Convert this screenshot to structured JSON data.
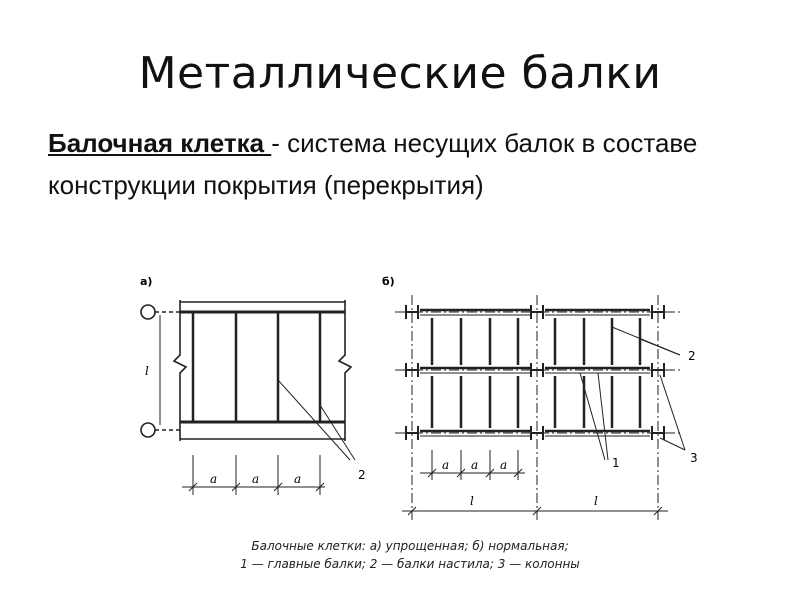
{
  "title": "Металлические балки",
  "definition": {
    "term": "Балочная клетка ",
    "text": "- система несущих балок в составе конструкции покрытия (перекрытия)"
  },
  "figure": {
    "panel_a_label": "а)",
    "panel_b_label": "б)",
    "dim_a": "a",
    "dim_l": "l",
    "label_1": "1",
    "label_2": "2",
    "label_3": "3",
    "caption_line1": "Балочные клетки: а) упрощенная; б) нормальная;",
    "caption_line2": "1 — главные балки; 2 — балки настила; 3 — колонны"
  }
}
